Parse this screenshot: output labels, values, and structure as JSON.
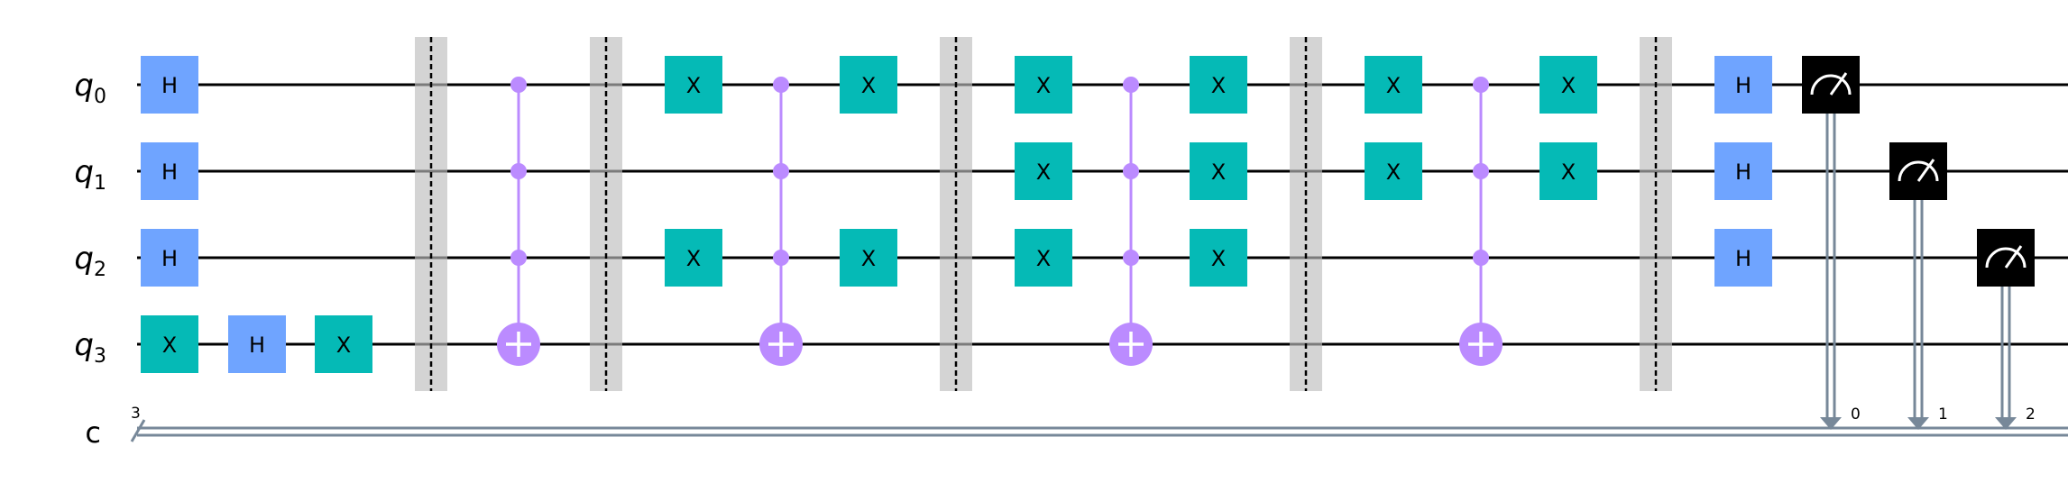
{
  "circuit": {
    "qubits": [
      {
        "base": "q",
        "sub": "0"
      },
      {
        "base": "q",
        "sub": "1"
      },
      {
        "base": "q",
        "sub": "2"
      },
      {
        "base": "q",
        "sub": "3"
      }
    ],
    "clbit": {
      "label": "c",
      "width": "3"
    },
    "colors": {
      "h_gate": "#6fa4ff",
      "x_gate": "#05bab6",
      "control": "#bb8bff",
      "barrier": "#bdbdbd",
      "measure": "#000000",
      "classical": "#778899",
      "wire": "#000000"
    },
    "gates": [
      {
        "type": "H",
        "label": "H",
        "qubit": 0,
        "col": 0
      },
      {
        "type": "H",
        "label": "H",
        "qubit": 1,
        "col": 0
      },
      {
        "type": "H",
        "label": "H",
        "qubit": 2,
        "col": 0
      },
      {
        "type": "X",
        "label": "X",
        "qubit": 3,
        "col": 0
      },
      {
        "type": "H",
        "label": "H",
        "qubit": 3,
        "col": 1
      },
      {
        "type": "X",
        "label": "X",
        "qubit": 3,
        "col": 2
      },
      {
        "type": "barrier",
        "col": 3
      },
      {
        "type": "mcx",
        "controls": [
          0,
          1,
          2
        ],
        "target": 3,
        "col": 4
      },
      {
        "type": "barrier",
        "col": 5
      },
      {
        "type": "X",
        "label": "X",
        "qubit": 0,
        "col": 6
      },
      {
        "type": "X",
        "label": "X",
        "qubit": 2,
        "col": 6
      },
      {
        "type": "mcx",
        "controls": [
          0,
          1,
          2
        ],
        "target": 3,
        "col": 7
      },
      {
        "type": "X",
        "label": "X",
        "qubit": 0,
        "col": 8
      },
      {
        "type": "X",
        "label": "X",
        "qubit": 2,
        "col": 8
      },
      {
        "type": "barrier",
        "col": 9
      },
      {
        "type": "X",
        "label": "X",
        "qubit": 0,
        "col": 10
      },
      {
        "type": "X",
        "label": "X",
        "qubit": 1,
        "col": 10
      },
      {
        "type": "X",
        "label": "X",
        "qubit": 2,
        "col": 10
      },
      {
        "type": "mcx",
        "controls": [
          0,
          1,
          2
        ],
        "target": 3,
        "col": 11
      },
      {
        "type": "X",
        "label": "X",
        "qubit": 0,
        "col": 12
      },
      {
        "type": "X",
        "label": "X",
        "qubit": 1,
        "col": 12
      },
      {
        "type": "X",
        "label": "X",
        "qubit": 2,
        "col": 12
      },
      {
        "type": "barrier",
        "col": 13
      },
      {
        "type": "X",
        "label": "X",
        "qubit": 0,
        "col": 14
      },
      {
        "type": "X",
        "label": "X",
        "qubit": 1,
        "col": 14
      },
      {
        "type": "mcx",
        "controls": [
          0,
          1,
          2
        ],
        "target": 3,
        "col": 15
      },
      {
        "type": "X",
        "label": "X",
        "qubit": 0,
        "col": 16
      },
      {
        "type": "X",
        "label": "X",
        "qubit": 1,
        "col": 16
      },
      {
        "type": "barrier",
        "col": 17
      },
      {
        "type": "H",
        "label": "H",
        "qubit": 0,
        "col": 18
      },
      {
        "type": "H",
        "label": "H",
        "qubit": 1,
        "col": 18
      },
      {
        "type": "H",
        "label": "H",
        "qubit": 2,
        "col": 18
      },
      {
        "type": "measure",
        "qubit": 0,
        "clbit": "0",
        "col": 19
      },
      {
        "type": "measure",
        "qubit": 1,
        "clbit": "1",
        "col": 20
      },
      {
        "type": "measure",
        "qubit": 2,
        "clbit": "2",
        "col": 21
      }
    ]
  }
}
